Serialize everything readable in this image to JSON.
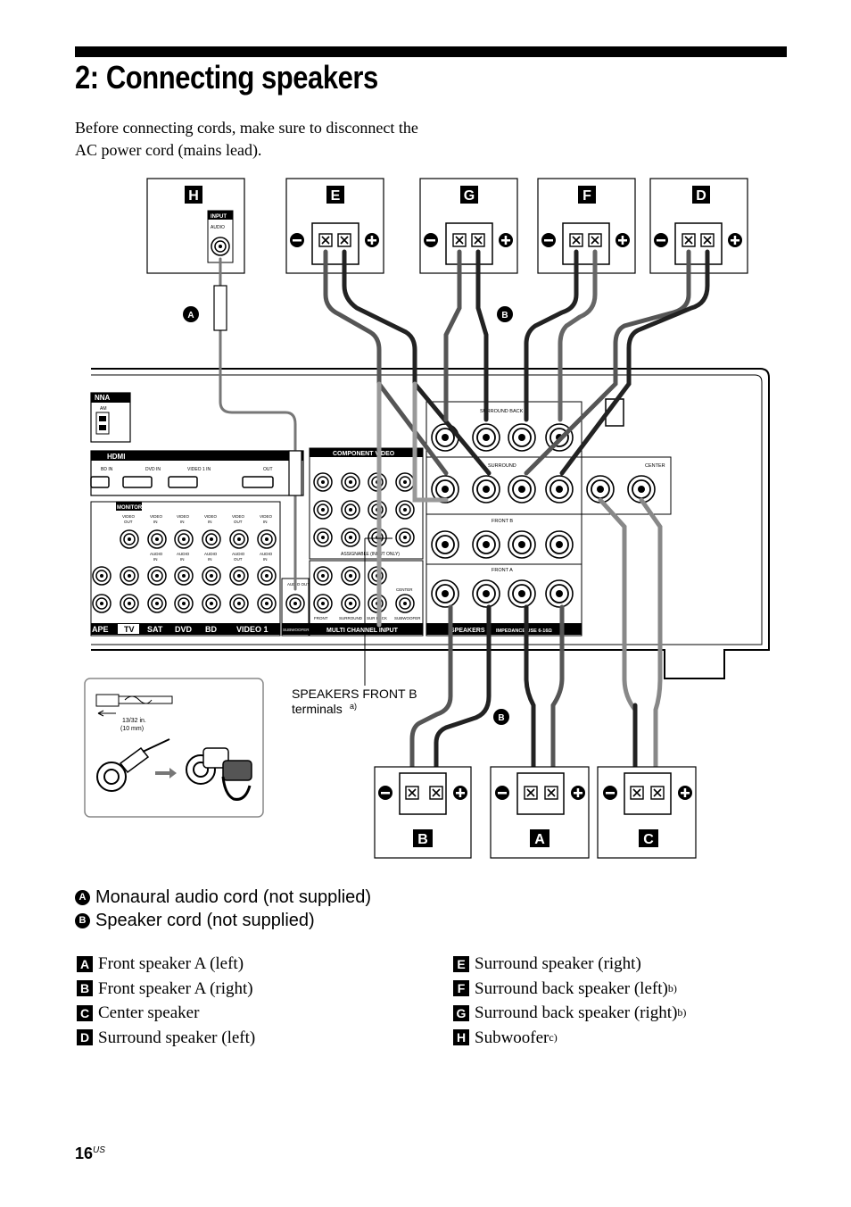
{
  "page": {
    "title": "2: Connecting speakers",
    "intro": "Before connecting cords, make sure to disconnect the AC power cord (mains lead).",
    "page_number": "16",
    "page_suffix": "US"
  },
  "diagram": {
    "speaker_box_letters": [
      "H",
      "E",
      "G",
      "F",
      "D",
      "B",
      "A",
      "C"
    ],
    "cord_letters": [
      "A",
      "B",
      "B"
    ],
    "subwoofer_jack_label": "INPUT",
    "subwoofer_jack_sublabel": "AUDIO",
    "receiver_labels": {
      "antenna": "NNA",
      "am": "AM",
      "hdmi": "HDMI",
      "hdmi_bd_in": "BD IN",
      "hdmi_dvd_in": "DVD IN",
      "hdmi_video1_in": "VIDEO 1 IN",
      "hdmi_out": "OUT",
      "monitor": "MONITOR",
      "component_video": "COMPONENT VIDEO",
      "assignable": "ASSIGNABLE (INPUT ONLY)",
      "multi_channel_input": "MULTI CHANNEL INPUT",
      "subwoofer_out": "SUBWOOFER",
      "audio_out": "AUDIO OUT",
      "speakers": "SPEAKERS",
      "impedance": "IMPEDANCE USE 6-16Ω",
      "surround_back": "SURROUND BACK",
      "surround": "SURROUND",
      "center": "CENTER",
      "front_b": "FRONT B",
      "front_a": "FRONT A",
      "bottom_inputs": [
        "APE",
        "TV",
        "SAT",
        "DVD",
        "BD",
        "VIDEO 1"
      ],
      "mci_labels": [
        "FRONT",
        "SURROUND",
        "SUR BACK",
        "SUBWOOFER"
      ]
    },
    "callout_front_b_line1": "SPEAKERS FRONT B",
    "callout_front_b_line2": "terminals",
    "callout_front_b_note": "a)",
    "strip_inset_size_fraction": "13/32 in.",
    "strip_inset_size_mm": "(10 mm)"
  },
  "legend": {
    "cord_a": {
      "letter": "A",
      "text": "Monaural audio cord (not supplied)"
    },
    "cord_b": {
      "letter": "B",
      "text": "Speaker cord (not supplied)"
    }
  },
  "keys_left": [
    {
      "letter": "A",
      "text": "Front speaker A (left)",
      "note": ""
    },
    {
      "letter": "B",
      "text": "Front speaker A (right)",
      "note": ""
    },
    {
      "letter": "C",
      "text": "Center speaker",
      "note": ""
    },
    {
      "letter": "D",
      "text": "Surround speaker (left)",
      "note": ""
    }
  ],
  "keys_right": [
    {
      "letter": "E",
      "text": "Surround speaker (right)",
      "note": ""
    },
    {
      "letter": "F",
      "text": "Surround back speaker (left)",
      "note": "b)"
    },
    {
      "letter": "G",
      "text": "Surround back speaker (right)",
      "note": "b)"
    },
    {
      "letter": "H",
      "text": "Subwoofer",
      "note": "c)"
    }
  ]
}
